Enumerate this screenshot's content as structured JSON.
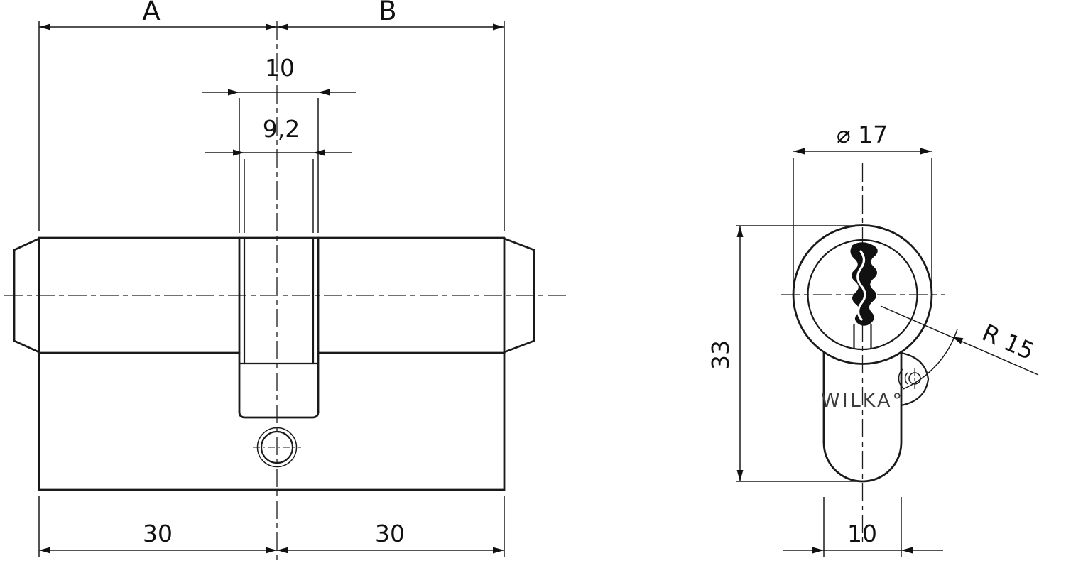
{
  "drawing": {
    "brand": "WILKA°",
    "colors": {
      "line": "#1a1a1a",
      "keyway": "#111111",
      "background": "#ffffff"
    },
    "side_view": {
      "dim_a_label": "A",
      "dim_b_label": "B",
      "dim_cam_width": "10",
      "dim_cam_thickness": "9,2",
      "dim_left_half": "30",
      "dim_right_half": "30"
    },
    "front_view": {
      "dim_diameter": "⌀ 17",
      "dim_height": "33",
      "dim_radius": "R 15",
      "dim_foot_width": "10"
    }
  }
}
